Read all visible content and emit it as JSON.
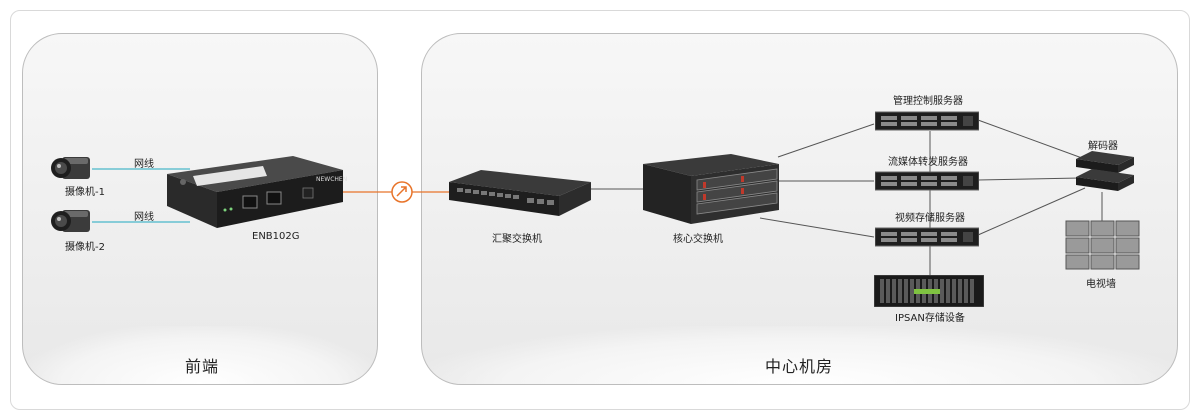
{
  "front": {
    "title": "前端",
    "camera1_label": "摄像机-1",
    "camera2_label": "摄像机-2",
    "cable1_label": "网线",
    "cable2_label": "网线",
    "encoder_label": "ENB102G",
    "encoder_brand": "NEWCHEN"
  },
  "center": {
    "title": "中心机房",
    "aggregation_switch": "汇聚交换机",
    "core_switch": "核心交换机",
    "mgmt_server": "管理控制服务器",
    "media_server": "流媒体转发服务器",
    "storage_server": "视频存储服务器",
    "ipsan": "IPSAN存储设备",
    "decoder": "解码器",
    "tv_wall": "电视墙"
  },
  "colors": {
    "fiber": "#e8742a",
    "network_cable": "#49b8c9",
    "link": "#555555"
  }
}
